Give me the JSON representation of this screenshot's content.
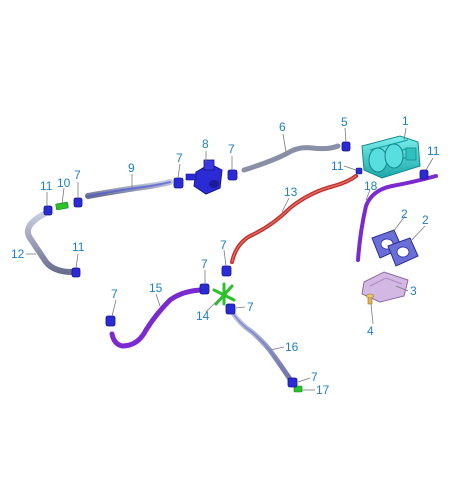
{
  "callouts": {
    "c1": "1",
    "c2a": "2",
    "c2b": "2",
    "c3": "3",
    "c4": "4",
    "c5": "5",
    "c6": "6",
    "c7a": "7",
    "c7b": "7",
    "c7c": "7",
    "c7d": "7",
    "c7e": "7",
    "c7f": "7",
    "c7g": "7",
    "c7h": "7",
    "c8": "8",
    "c9": "9",
    "c10": "10",
    "c11a": "11",
    "c11b": "11",
    "c11c": "11",
    "c11d": "11",
    "c12": "12",
    "c13": "13",
    "c14": "14",
    "c15": "15",
    "c16": "16",
    "c17": "17",
    "c18": "18"
  },
  "colors": {
    "canister": "#3fd0d0",
    "canister_dark": "#1aa6a8",
    "clamp": "#2b2bd6",
    "clamp_dark": "#1515a0",
    "hose_blue": "#4a5ad8",
    "hose_grey": "#8a8fa8",
    "hose_red": "#c0302c",
    "hose_purple": "#7a2ad0",
    "connector_green": "#2cc02c",
    "bracket": "#c7a9d8",
    "gasket": "#5b5fc8",
    "bolt": "#e0b25a",
    "callout_text": "#1f7fc2"
  }
}
